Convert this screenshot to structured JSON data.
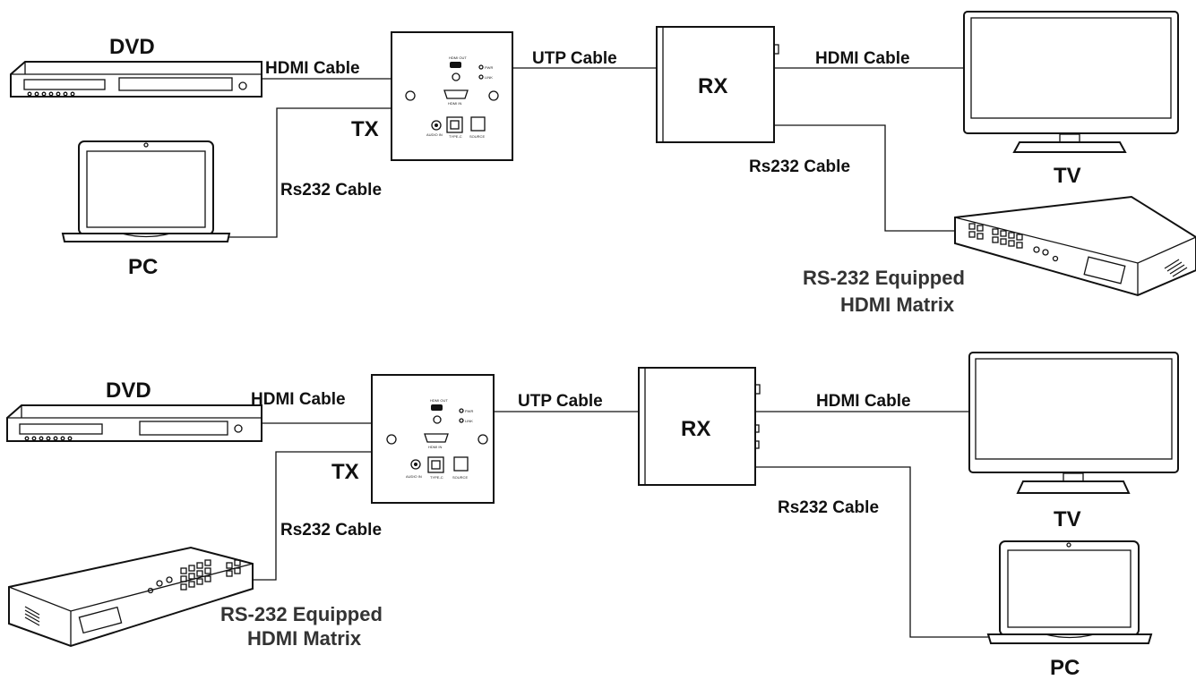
{
  "diagrams": [
    {
      "dvd_label": "DVD",
      "tx_label": "TX",
      "rx_label": "RX",
      "tv_label": "TV",
      "pc_label": "PC",
      "matrix_label_line1": "RS-232 Equipped",
      "matrix_label_line2": "HDMI Matrix",
      "hdmi_cable_left": "HDMI Cable",
      "utp_cable": "UTP Cable",
      "hdmi_cable_right": "HDMI Cable",
      "rs232_cable_left": "Rs232 Cable",
      "rs232_cable_right": "Rs232 Cable"
    },
    {
      "dvd_label": "DVD",
      "tx_label": "TX",
      "rx_label": "RX",
      "tv_label": "TV",
      "pc_label": "PC",
      "matrix_label_line1": "RS-232 Equipped",
      "matrix_label_line2": "HDMI Matrix",
      "hdmi_cable_left": "HDMI Cable",
      "utp_cable": "UTP Cable",
      "hdmi_cable_right": "HDMI Cable",
      "rs232_cable_left": "Rs232 Cable",
      "rs232_cable_right": "Rs232 Cable"
    }
  ],
  "wallplate_ports": {
    "hdmi_out": "HDMI OUT",
    "pwr": "PWR",
    "link": "LINK",
    "hdmi_in": "HDMI IN",
    "audio_in": "AUDIO IN",
    "type_c": "TYPE-C",
    "source": "SOURCE"
  }
}
